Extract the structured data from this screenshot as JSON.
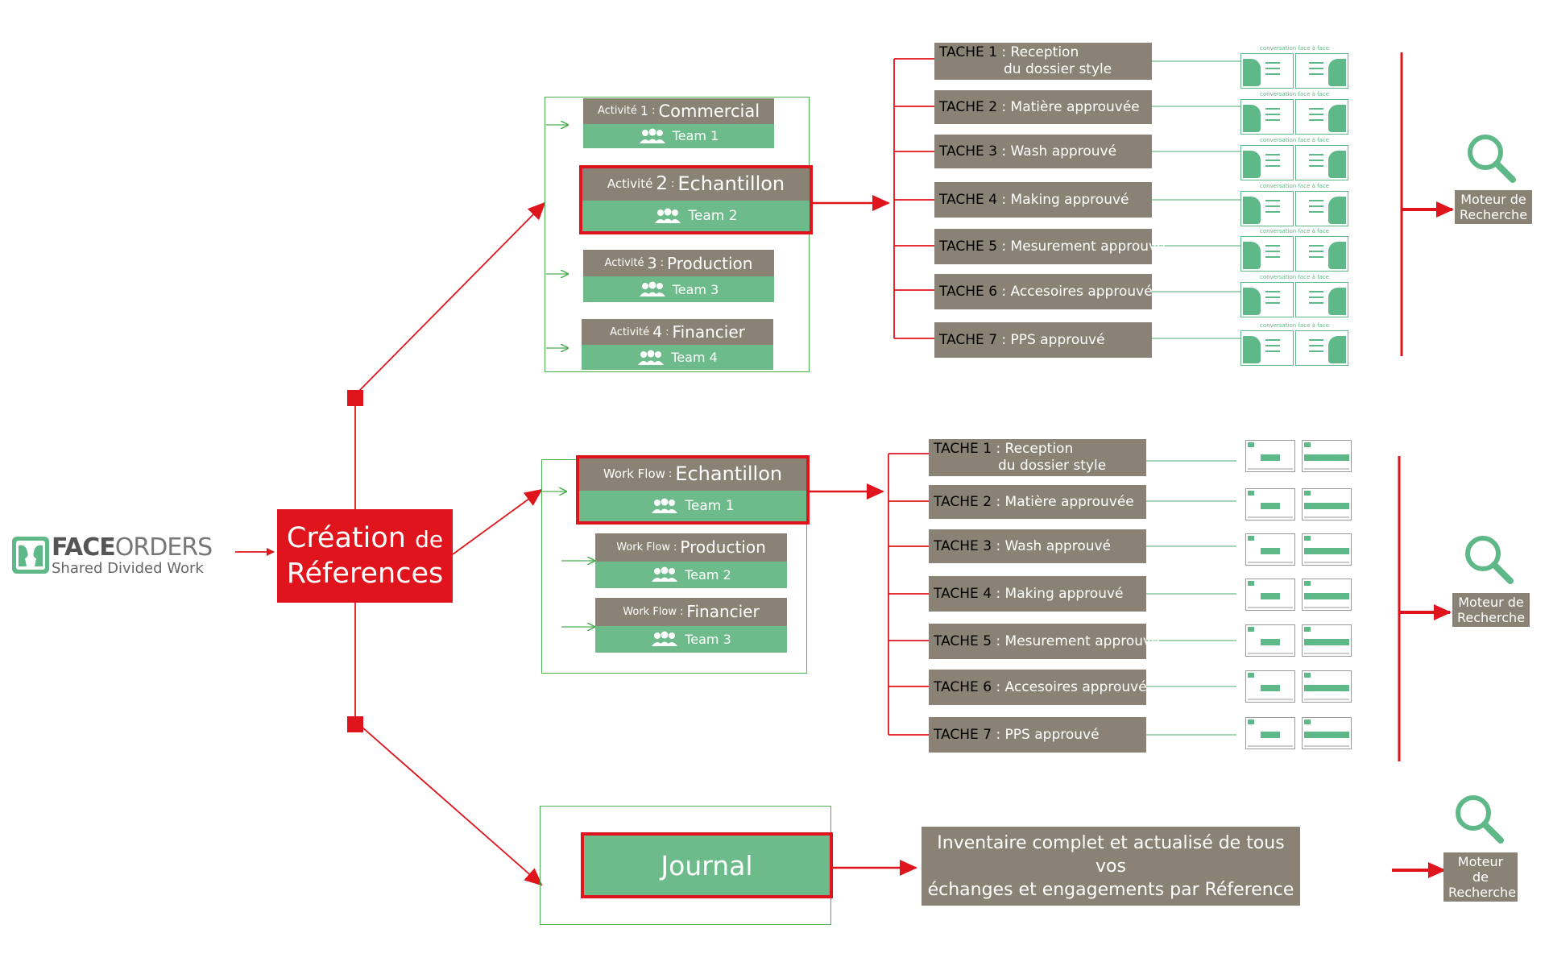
{
  "logo": {
    "brand_part1": "FACE",
    "brand_part2": "ORDERS",
    "tagline": "Shared Divided Work"
  },
  "creation": {
    "line1_main": "Création",
    "line1_de": "de",
    "line2": "Réferences"
  },
  "activities": [
    {
      "prefix": "Activité",
      "num": "1",
      "sep": ":",
      "title": "Commercial",
      "team": "Team 1"
    },
    {
      "prefix": "Activité",
      "num": "2",
      "sep": ":",
      "title": "Echantillon",
      "team": "Team 2"
    },
    {
      "prefix": "Activité",
      "num": "3",
      "sep": ":",
      "title": "Production",
      "team": "Team 3"
    },
    {
      "prefix": "Activité",
      "num": "4",
      "sep": ":",
      "title": "Financier",
      "team": "Team 4"
    }
  ],
  "workflows": [
    {
      "prefix": "Work Flow",
      "sep": ":",
      "title": "Echantillon",
      "team": "Team 1"
    },
    {
      "prefix": "Work Flow",
      "sep": ":",
      "title": "Production",
      "team": "Team 2"
    },
    {
      "prefix": "Work Flow",
      "sep": ":",
      "title": "Financier",
      "team": "Team 3"
    }
  ],
  "tasks_top": [
    {
      "label": "TACHE  1",
      "text": " : Reception",
      "sub": "du dossier style"
    },
    {
      "label": "TACHE  2",
      "text": " : Matière approuvée"
    },
    {
      "label": "TACHE  3",
      "text": " : Wash approuvé"
    },
    {
      "label": "TACHE  4",
      "text": " : Making approuvé"
    },
    {
      "label": "TACHE 5",
      "text": " : Mesurement approuvé"
    },
    {
      "label": "TACHE  6",
      "text": " : Accesoires approuvé"
    },
    {
      "label": "TACHE  7",
      "text": " : PPS approuvé"
    }
  ],
  "tasks_mid": [
    {
      "label": "TACHE 1",
      "text": " : Reception",
      "sub": "du dossier style"
    },
    {
      "label": "TACHE 2",
      "text": " : Matière approuvée"
    },
    {
      "label": "TACHE  3",
      "text": " : Wash approuvé"
    },
    {
      "label": "TACHE  4",
      "text": " : Making approuvé"
    },
    {
      "label": "TACHE 5",
      "text": " : Mesurement approuvé"
    },
    {
      "label": "TACHE 6",
      "text": " : Accesoires approuvé"
    },
    {
      "label": "TACHE 7",
      "text": " : PPS approuvé"
    }
  ],
  "thumb_caption": "conversation face à face",
  "moteur": {
    "line1": "Moteur de",
    "line2": "Recherche"
  },
  "journal": {
    "label": "Journal"
  },
  "inventaire": {
    "line1": "Inventaire complet et actualisé de tous vos",
    "line2": "échanges et engagements par Réference"
  },
  "colors": {
    "red": "#e0141c",
    "green": "#6dbb8a",
    "taupe": "#8a8274",
    "frame": "#4caf50"
  }
}
